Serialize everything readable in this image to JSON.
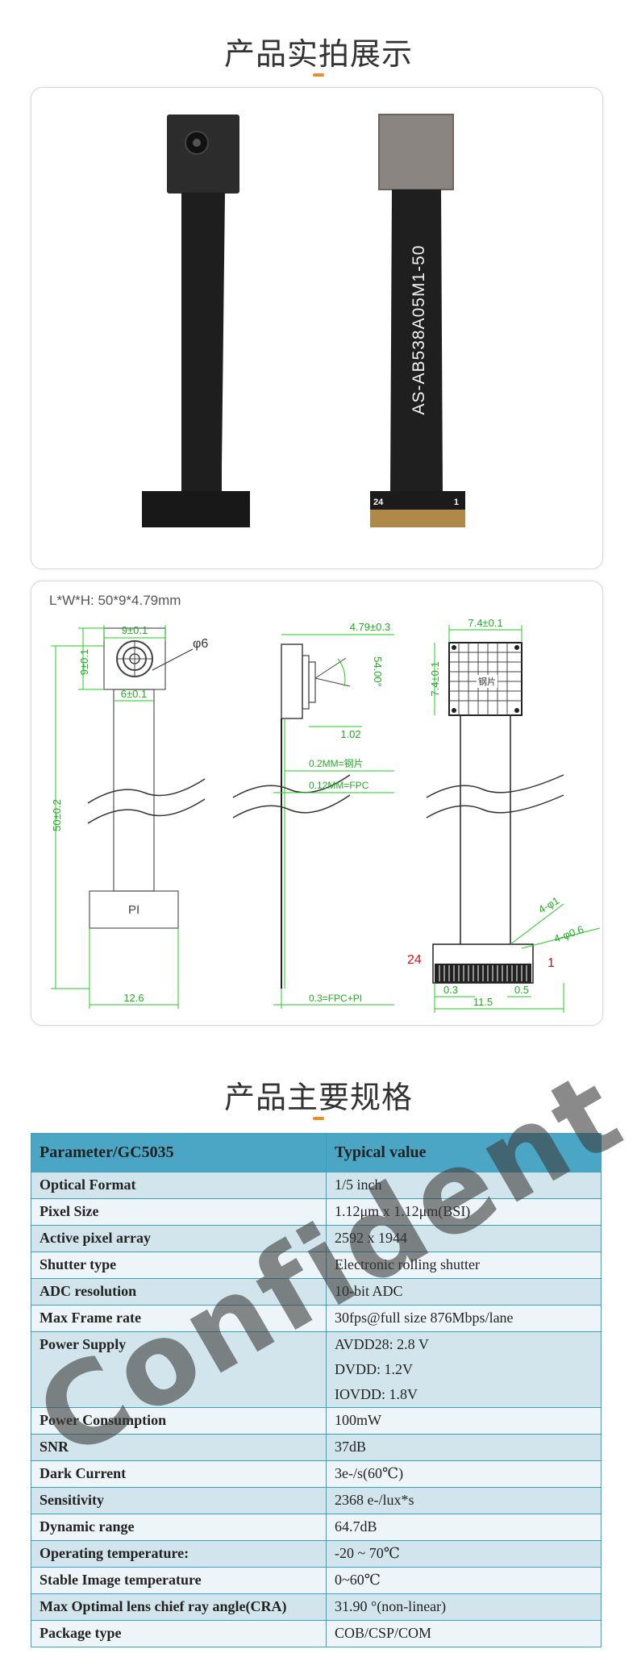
{
  "photo_section": {
    "title": "产品实拍展示"
  },
  "photo_labels": {
    "module_marking": "AS-AB538A05M1-50",
    "pin_start": "24",
    "pin_end": "1"
  },
  "drawing": {
    "dims_label": "L*W*H: 50*9*4.79mm",
    "front": {
      "width": "9±0.1",
      "height": "9±0.1",
      "lens": "φ6",
      "inner": "6±0.1",
      "length": "50±0.2",
      "pi": "PI",
      "tail": "12.6"
    },
    "side": {
      "thickness": "4.79±0.3",
      "angle": "54.00°",
      "lens_step": "1.02",
      "steel": "0.2MM=钢片",
      "fpc": "0.12MM=FPC",
      "bottom": "0.3=FPC+PI"
    },
    "back": {
      "width": "7.4±0.1",
      "height": "7.4±0.1",
      "plate": "钢片",
      "hole1": "4-φ1",
      "hole2": "4-φ0.6",
      "pin_left": "24",
      "pin_right": "1",
      "pitch": "0.3",
      "edge": "0.5",
      "conn_width": "11.5"
    }
  },
  "spec_section": {
    "title": "产品主要规格"
  },
  "table": {
    "header": {
      "param": "Parameter/GC5035",
      "value": "Typical value"
    },
    "rows": [
      {
        "param": "Optical Format",
        "values": [
          "1/5 inch"
        ]
      },
      {
        "param": "Pixel Size",
        "values": [
          "1.12μm x 1.12μm(BSI)"
        ]
      },
      {
        "param": "Active pixel array",
        "values": [
          "2592 x 1944"
        ]
      },
      {
        "param": "Shutter type",
        "values": [
          "Electronic rolling shutter"
        ]
      },
      {
        "param": "ADC resolution",
        "values": [
          "10-bit ADC"
        ]
      },
      {
        "param": "Max Frame rate",
        "values": [
          "30fps@full size 876Mbps/lane"
        ]
      },
      {
        "param": "Power Supply",
        "values": [
          "AVDD28: 2.8 V",
          "DVDD: 1.2V",
          "IOVDD: 1.8V"
        ]
      },
      {
        "param": "Power Consumption",
        "values": [
          "100mW"
        ]
      },
      {
        "param": "SNR",
        "values": [
          "37dB"
        ]
      },
      {
        "param": "Dark Current",
        "values": [
          "3e-/s(60℃)"
        ]
      },
      {
        "param": "Sensitivity",
        "values": [
          "2368 e-/lux*s"
        ]
      },
      {
        "param": "Dynamic range",
        "values": [
          "64.7dB"
        ]
      },
      {
        "param": "Operating temperature:",
        "values": [
          "-20 ~ 70℃"
        ]
      },
      {
        "param": "Stable Image temperature",
        "values": [
          "0~60℃"
        ]
      },
      {
        "param": "Max Optimal lens chief ray angle(CRA)",
        "values": [
          "31.90 °(non-linear)"
        ]
      },
      {
        "param": "Package type",
        "values": [
          "COB/CSP/COM"
        ]
      }
    ]
  },
  "watermark": "Confident",
  "colors": {
    "accent": "#f08a24",
    "table_border": "#3aa0be",
    "header_bg": "#4aa6c4",
    "dim_green": "#22cc22",
    "pin_red": "#dd1111"
  }
}
